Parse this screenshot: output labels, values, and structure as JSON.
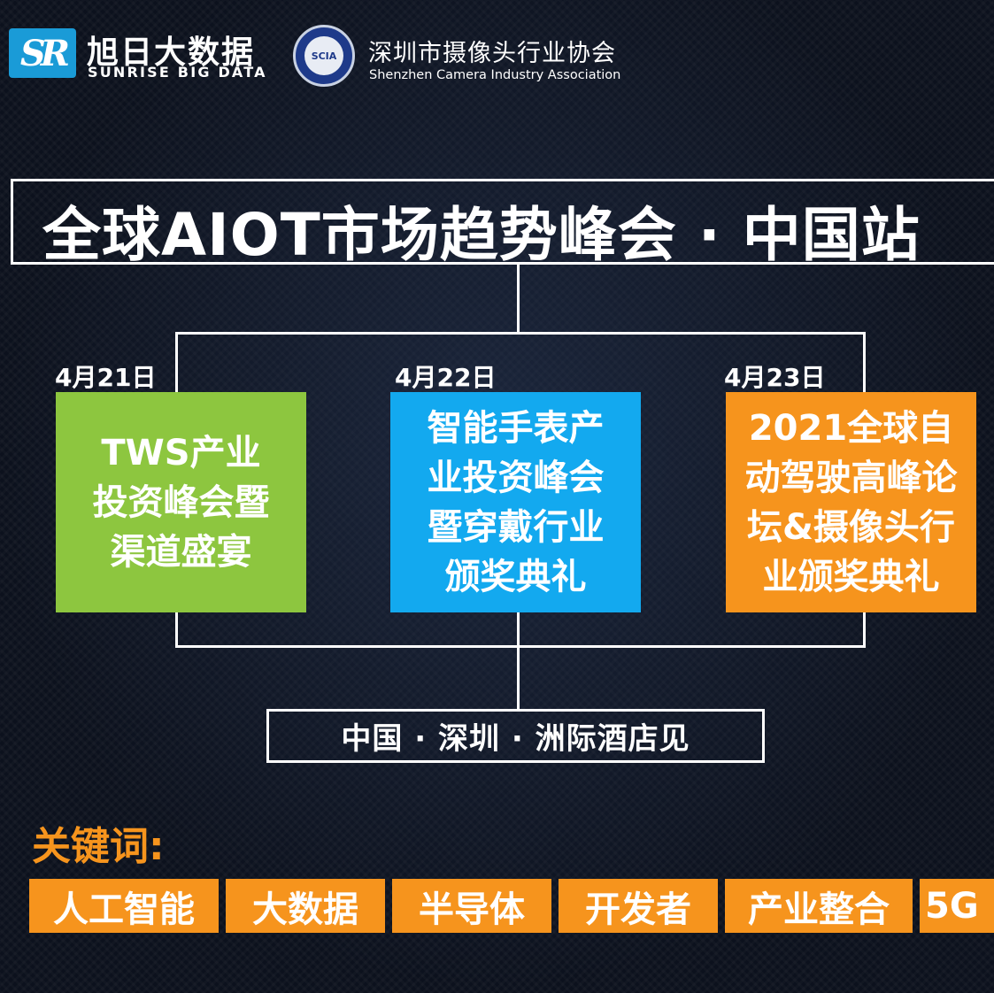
{
  "header": {
    "sunrise": {
      "logo_mark": "SR",
      "name": "旭日大数据",
      "name_en": "SUNRISE BIG DATA"
    },
    "scia": {
      "logo_mark": "SCIA",
      "name": "深圳市摄像头行业协会",
      "name_en": "Shenzhen Camera Industry Association"
    }
  },
  "title": "全球AIOT市场趋势峰会 · 中国站",
  "events": [
    {
      "date": "4月21日",
      "lines": [
        "TWS产业",
        "投资峰会暨",
        "渠道盛宴"
      ],
      "color": "#8dc63f"
    },
    {
      "date": "4月22日",
      "lines": [
        "智能手表产",
        "业投资峰会",
        "暨穿戴行业",
        "颁奖典礼"
      ],
      "color": "#13a9ef"
    },
    {
      "date": "4月23日",
      "lines": [
        "2021全球自",
        "动驾驶高峰论",
        "坛&摄像头行",
        "业颁奖典礼"
      ],
      "color": "#f6941d"
    }
  ],
  "location": "中国 · 深圳 · 洲际酒店见",
  "keywords": {
    "label": "关键词:",
    "items": [
      "人工智能",
      "大数据",
      "半导体",
      "开发者",
      "产业整合",
      "5G"
    ],
    "color": "#f6941d"
  }
}
